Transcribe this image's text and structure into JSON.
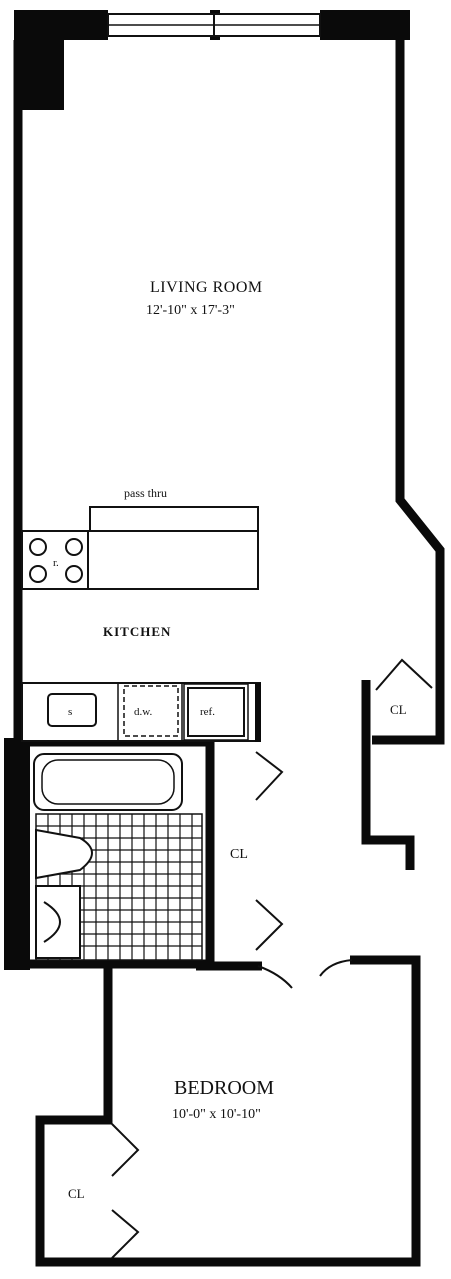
{
  "rooms": {
    "living_room": {
      "name": "LIVING ROOM",
      "dims": "12'-10\" x 17'-3\""
    },
    "kitchen": {
      "name": "KITCHEN"
    },
    "bedroom": {
      "name": "BEDROOM",
      "dims": "10'-0\" x 10'-10\""
    }
  },
  "labels": {
    "pass_thru": "pass thru",
    "range": "r.",
    "sink": "s",
    "dishwasher": "d.w.",
    "refrigerator": "ref.",
    "closet_kitchen": "CL",
    "closet_hall": "CL",
    "closet_bedroom": "CL"
  },
  "colors": {
    "wall": "#0a0a0a",
    "background": "#ffffff"
  }
}
